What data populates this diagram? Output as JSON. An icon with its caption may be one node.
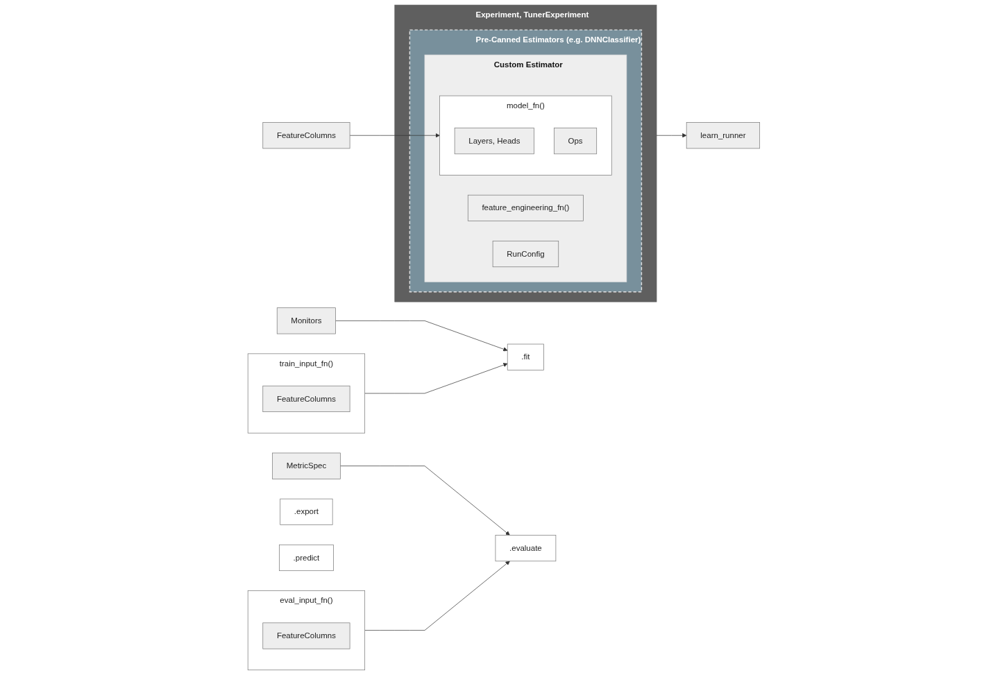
{
  "diagram": {
    "nodes": [
      {
        "text": [
          "Experiment, TunerExperiment"
        ]
      },
      {
        "text": [
          "Pre-Canned Estimators (e.g. DNNClassifier)"
        ],
        "in": 0
      },
      {
        "text": [
          "Custom Estimator"
        ],
        "in": 1
      },
      {
        "text": [
          "train_input_fn()"
        ]
      },
      {
        "text": [
          "FeatureColumns"
        ],
        "in": 3
      },
      {
        "text": [
          ".fit"
        ]
      },
      {
        "text": [
          "feature_engineering_fn()"
        ],
        "in": 2
      },
      {
        "text": [
          "Monitors"
        ]
      },
      {
        "text": [
          "model_fn()"
        ],
        "in": 2
      },
      {
        "text": [
          "Layers, Heads"
        ],
        "in": 8
      },
      {
        "text": [
          "Ops"
        ],
        "in": 8
      },
      {
        "text": [
          "FeatureColumns"
        ]
      },
      {
        "text": [
          ".export"
        ]
      },
      {
        "text": [
          "eval_input_fn()"
        ]
      },
      {
        "text": [
          "FeatureColumns"
        ],
        "in": 13
      },
      {
        "text": [
          ".evaluate"
        ]
      },
      {
        "text": [
          "RunConfig"
        ],
        "in": 2
      },
      {
        "text": [
          ".predict"
        ]
      },
      {
        "text": [
          "MetricSpec"
        ]
      },
      {
        "text": [
          "learn_runner"
        ]
      }
    ],
    "edges": [
      {
        "from": 3,
        "to": 5,
        "arrow": "to"
      },
      {
        "from": 7,
        "to": 5,
        "arrow": "to"
      },
      {
        "from": 11,
        "to": 8,
        "arrow": "to"
      },
      {
        "from": 13,
        "to": 15,
        "arrow": "to"
      },
      {
        "from": 18,
        "to": 15,
        "arrow": "to"
      },
      {
        "from": 0,
        "to": 19,
        "arrow": "to"
      }
    ]
  }
}
